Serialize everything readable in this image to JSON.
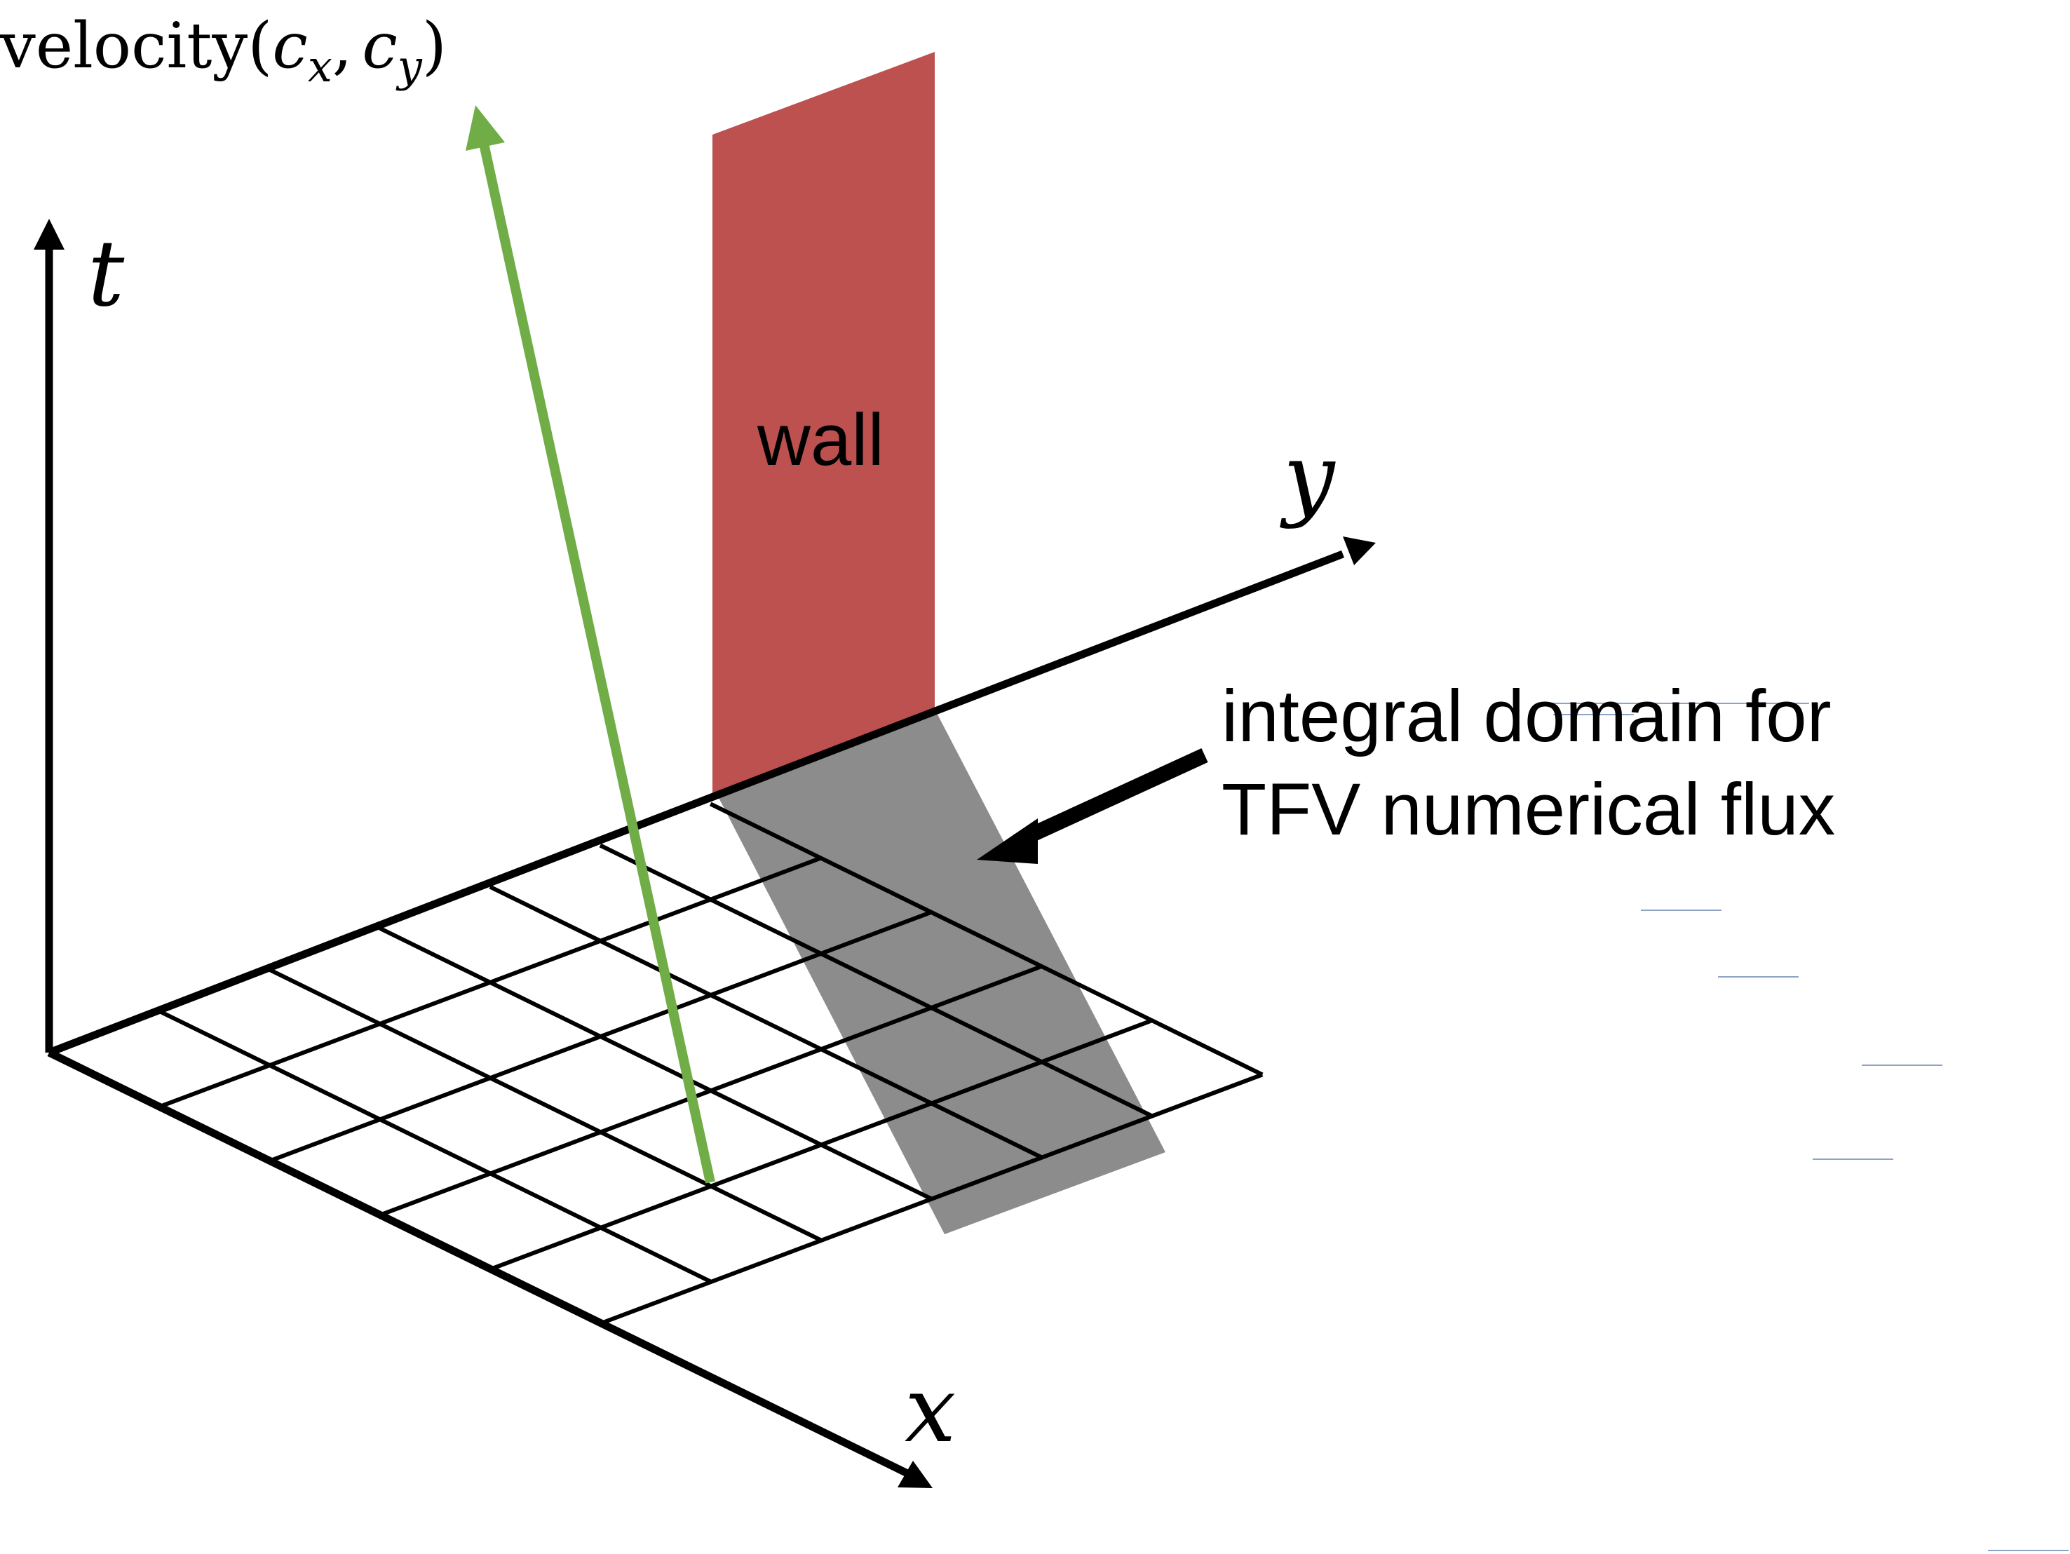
{
  "labels": {
    "velocity_word": "velocity",
    "velocity_open": "(",
    "velocity_cx": "c",
    "velocity_cx_sub": "x",
    "velocity_comma": ",",
    "velocity_cy": "c",
    "velocity_cy_sub": "y",
    "velocity_close": ")",
    "t_axis": "t",
    "y_axis": "y",
    "x_axis": "x",
    "wall": "wall",
    "domain_line1": "integral domain for",
    "domain_line2": "TFV numerical flux"
  },
  "colors": {
    "wall": "#bc514f",
    "velocity_arrow": "#70ad47",
    "integral_domain": "#8c8c8c",
    "grid": "#000000",
    "stray_marks": "#8ea3c6"
  },
  "grid": {
    "rows": 5,
    "columns": 6
  }
}
